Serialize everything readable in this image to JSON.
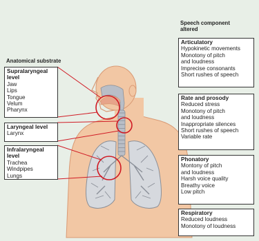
{
  "colors": {
    "background": "#e8efe7",
    "skin": "#f2c7a4",
    "skin_dark": "#d99a75",
    "airway": "#b9bec7",
    "lung": "#d6d9de",
    "lung_lines": "#8a8f98",
    "highlight_circle": "#d01a24",
    "box_border": "#333333"
  },
  "headings": {
    "anatomical": "Anatomical substrate",
    "speech_line1": "Speech component",
    "speech_line2": "altered"
  },
  "left_boxes": [
    {
      "title": "Supralaryngeal level",
      "items": [
        "Jaw",
        "Lips",
        "Tongue",
        "Velum",
        "Pharynx"
      ]
    },
    {
      "title": "Laryngeal level",
      "items": [
        "Larynx"
      ]
    },
    {
      "title": "Infralaryngeal level",
      "items": [
        "Trachea",
        "Windpipes",
        "Lungs"
      ]
    }
  ],
  "right_boxes": [
    {
      "title": "Articulatory",
      "items": [
        "Hypokinetic movements",
        "Monotony of pitch",
        "and loudness",
        "Imprecise consonants",
        "Short rushes of speech"
      ]
    },
    {
      "title": "Rate and prosody",
      "items": [
        "Reduced stress",
        "Monotony of pitch",
        "and loudness",
        "Inappropriate silences",
        "Short rushes of speech",
        "Variable rate"
      ]
    },
    {
      "title": "Phonatory",
      "items": [
        "Montony of pitch",
        "and loudness",
        "Harsh voice quality",
        "Breathy voice",
        "Low pitch"
      ]
    },
    {
      "title": "Respiratory",
      "items": [
        "Reduced loudness",
        "Monotony of loudness"
      ]
    }
  ]
}
